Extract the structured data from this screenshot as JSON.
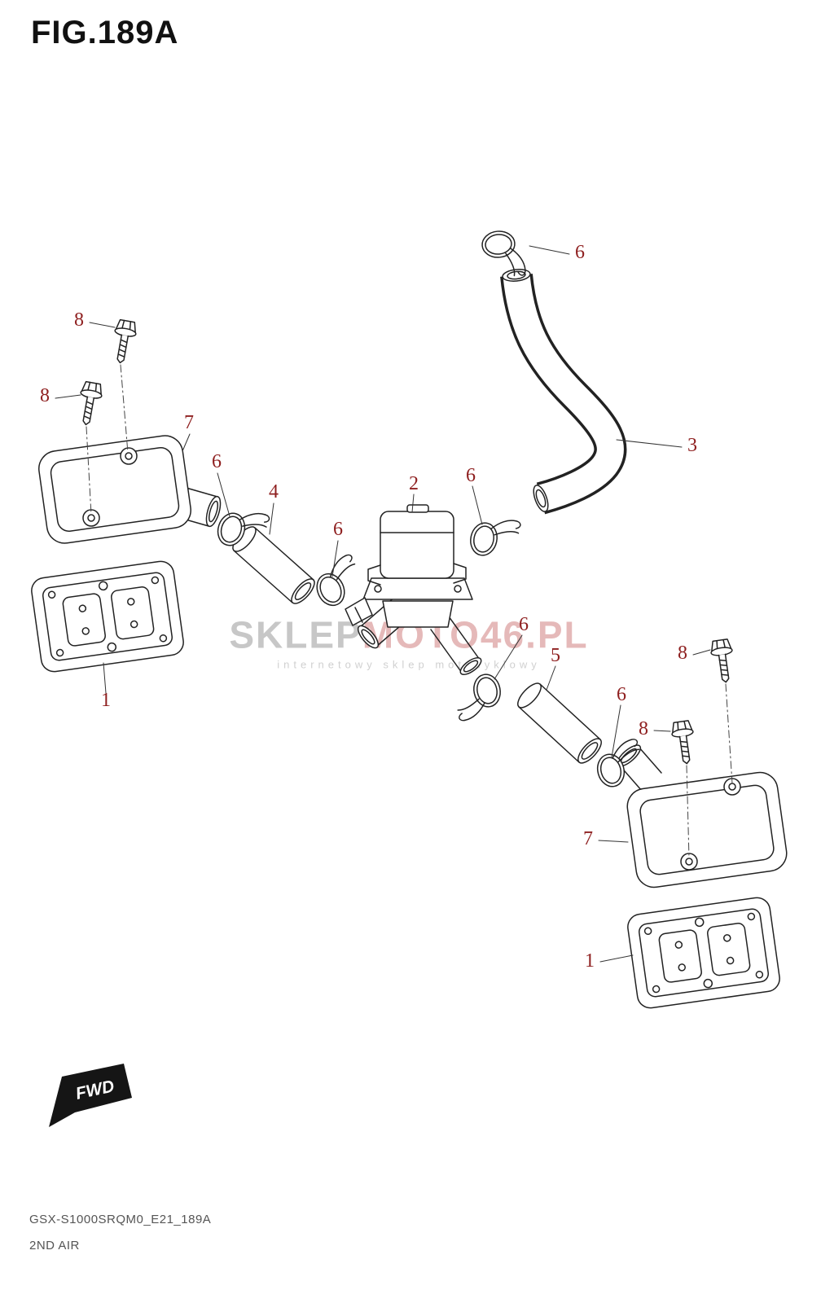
{
  "figure": {
    "title": "FIG.189A",
    "code": "GSX-S1000SRQM0_E21_189A",
    "name": "2ND AIR",
    "fwd_label": "FWD"
  },
  "watermark": {
    "brand_gray": "SKLEP",
    "brand_red": "MOTO46.PL",
    "tagline": "internetowy sklep motocyklowy"
  },
  "colors": {
    "callout_red": "#8e1f1f",
    "line": "#222222",
    "watermark_gray": "#9b9b9b",
    "watermark_red": "#d08080"
  },
  "callouts": [
    {
      "label": "8"
    },
    {
      "label": "8"
    },
    {
      "label": "7"
    },
    {
      "label": "6"
    },
    {
      "label": "4"
    },
    {
      "label": "6"
    },
    {
      "label": "2"
    },
    {
      "label": "6"
    },
    {
      "label": "6"
    },
    {
      "label": "3"
    },
    {
      "label": "6"
    },
    {
      "label": "5"
    },
    {
      "label": "6"
    },
    {
      "label": "8"
    },
    {
      "label": "8"
    },
    {
      "label": "1"
    },
    {
      "label": "7"
    },
    {
      "label": "1"
    }
  ]
}
